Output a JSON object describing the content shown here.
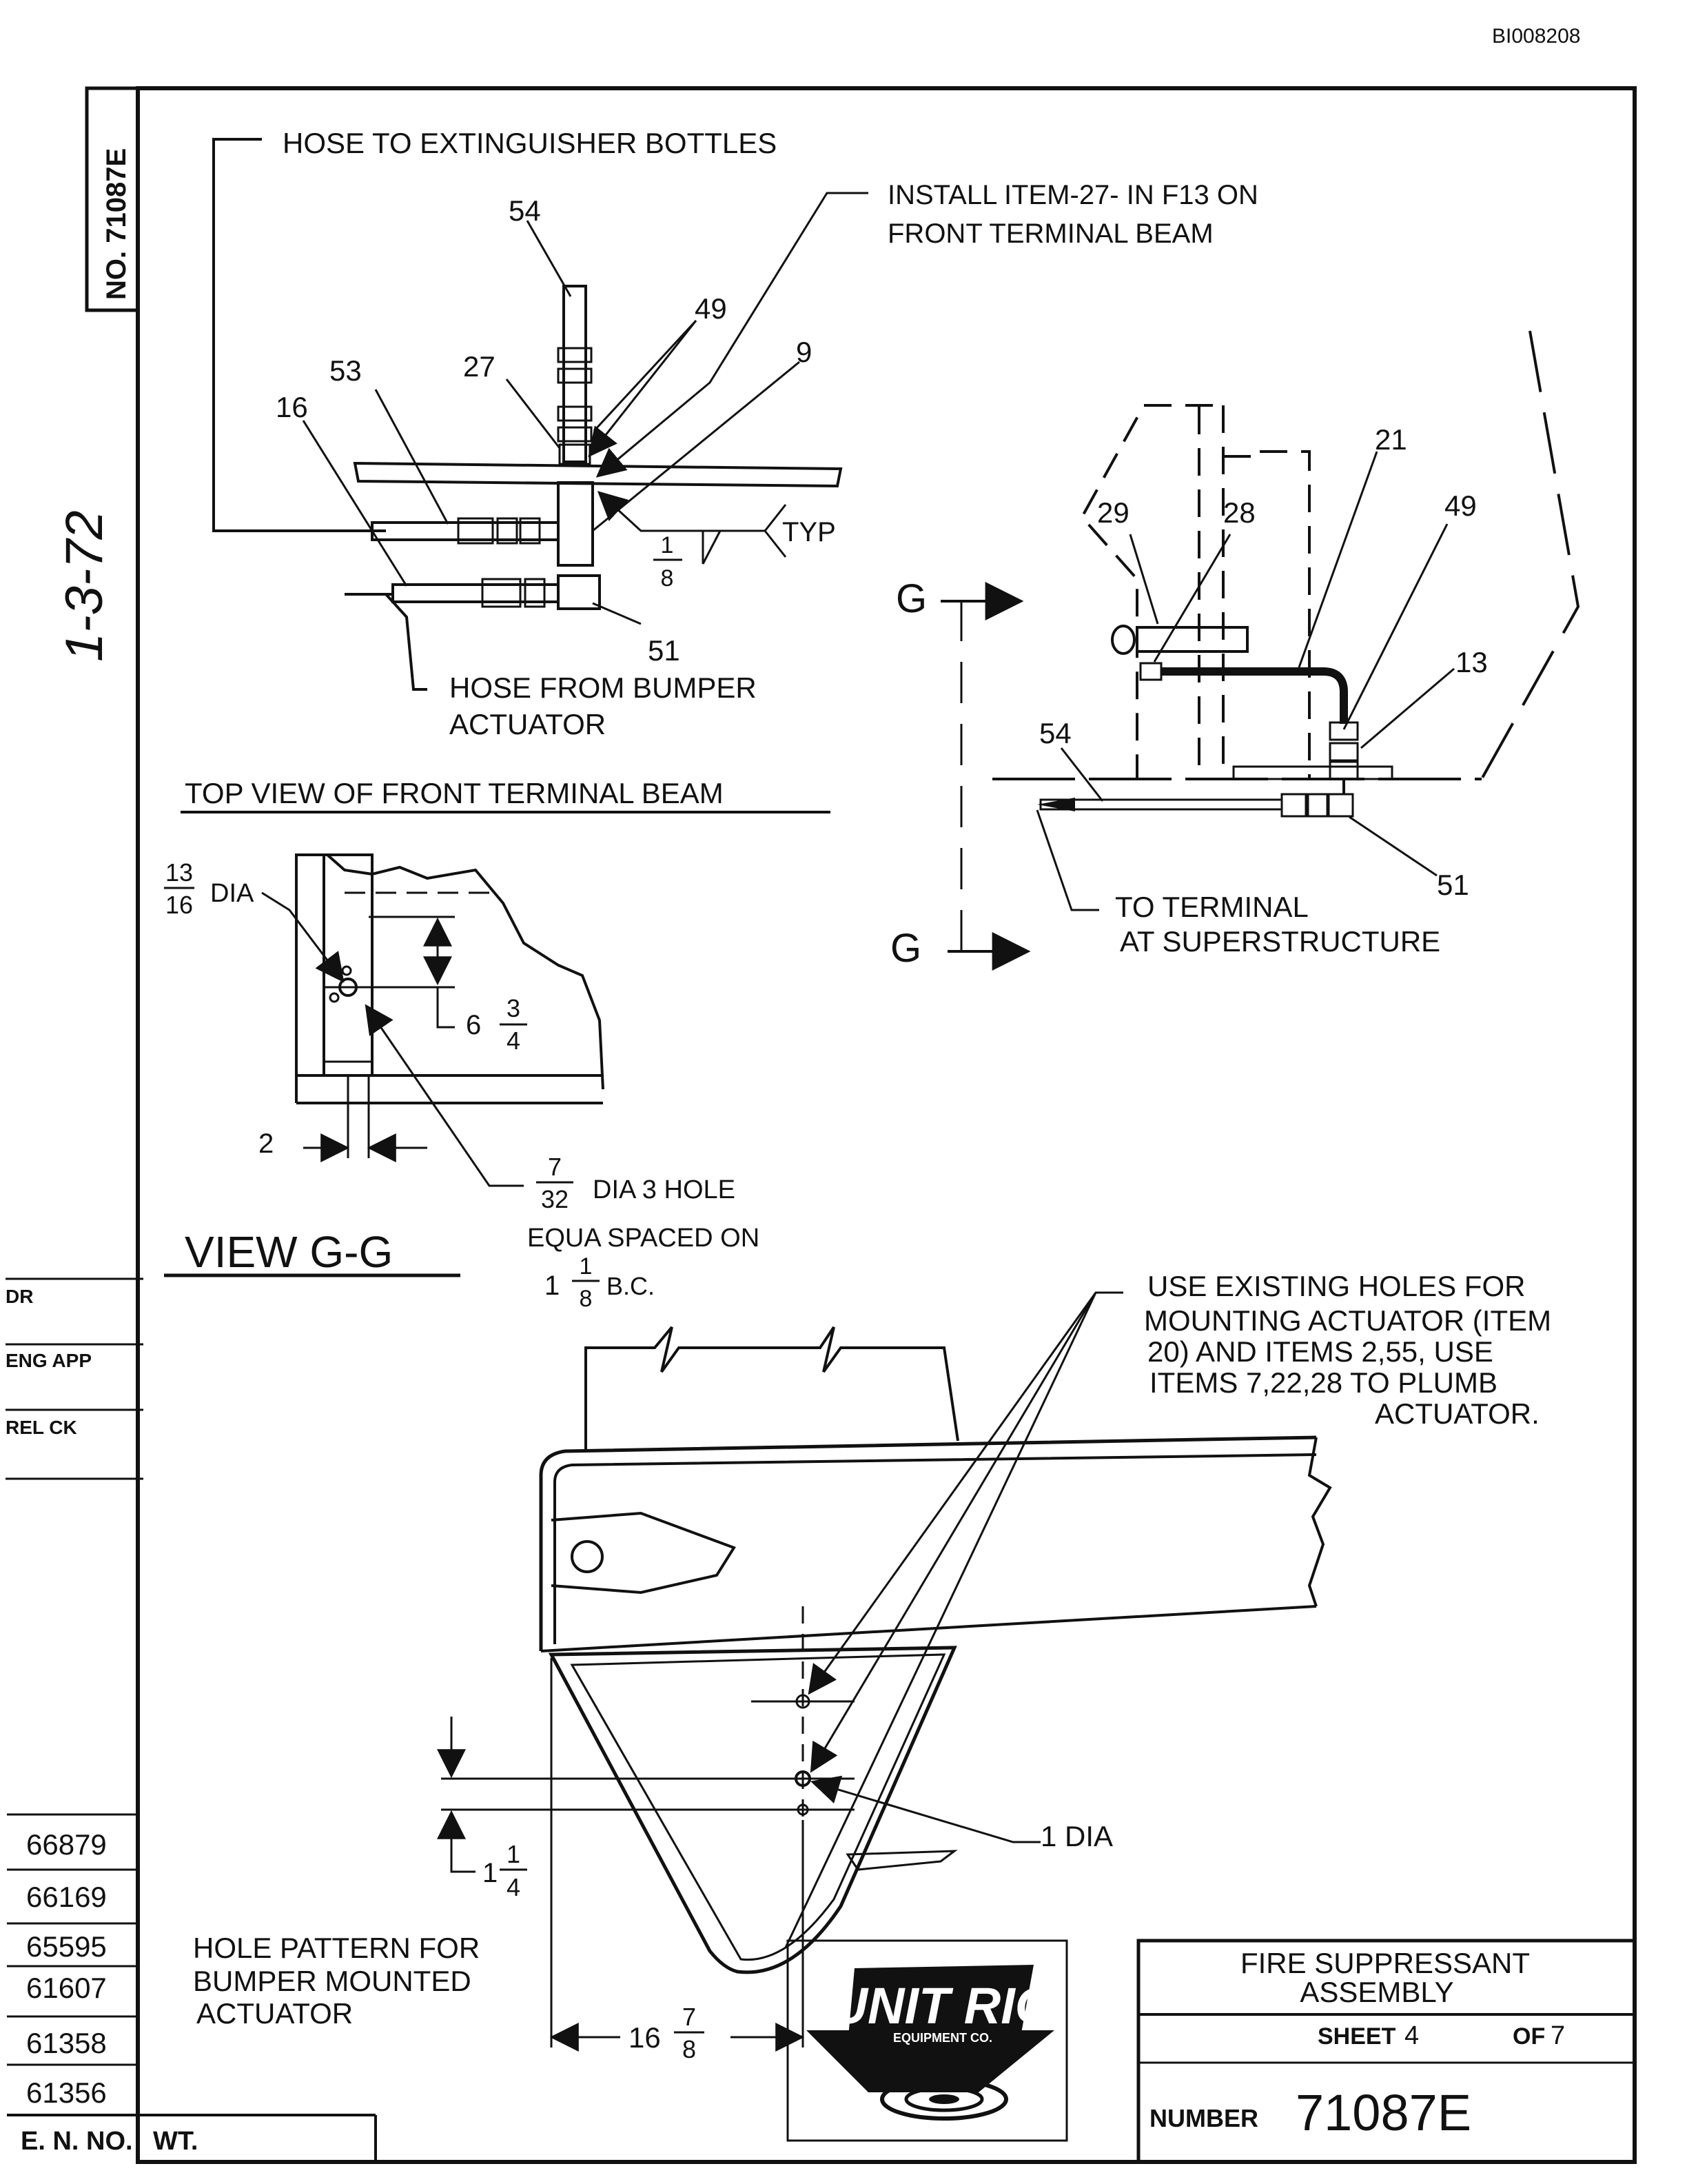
{
  "doc_id": "BI008208",
  "drawing_number_side": "NO. 71087E",
  "handwritten_date": "1-3-72",
  "top_view": {
    "callout_hose_bottles": "HOSE TO EXTINGUISHER BOTTLES",
    "callout_install_line1": "INSTALL ITEM-27- IN F13 ON",
    "callout_install_line2": "FRONT TERMINAL BEAM",
    "callout_hose_bumper_line1": "HOSE FROM BUMPER",
    "callout_hose_bumper_line2": "ACTUATOR",
    "weld_typ": "TYP",
    "weld_num": "1",
    "weld_den": "8",
    "items": {
      "i54": "54",
      "i49": "49",
      "i9": "9",
      "i27": "27",
      "i53": "53",
      "i16": "16",
      "i51": "51"
    },
    "title": "TOP VIEW OF FRONT TERMINAL BEAM"
  },
  "side_view": {
    "section_g": "G",
    "items": {
      "i21": "21",
      "i29": "29",
      "i28": "28",
      "i49": "49",
      "i13": "13",
      "i54": "54",
      "i51": "51"
    },
    "callout_terminal_line1": "TO TERMINAL",
    "callout_terminal_line2": "AT  SUPERSTRUCTURE"
  },
  "view_gg": {
    "dia_num": "13",
    "dia_den": "16",
    "dia_label": "DIA",
    "dim_whole": "6",
    "dim_num": "3",
    "dim_den": "4",
    "dim_2": "2",
    "hole_num": "7",
    "hole_den": "32",
    "hole_line1": "DIA 3 HOLE",
    "hole_line2": "EQUA SPACED ON",
    "bc_whole": "1",
    "bc_num": "1",
    "bc_den": "8",
    "bc_label": "B.C.",
    "title": "VIEW G-G"
  },
  "bumper_view": {
    "note_line1": "USE EXISTING HOLES FOR",
    "note_line2": "MOUNTING ACTUATOR (ITEM",
    "note_line3": "20) AND ITEMS 2,55, USE",
    "note_line4": "ITEMS 7,22,28 TO PLUMB",
    "note_line5": "ACTUATOR.",
    "hole_dia": "1 DIA",
    "dim_whole": "1",
    "dim_num": "1",
    "dim_den": "4",
    "dim16_whole": "16",
    "dim16_num": "7",
    "dim16_den": "8",
    "hole_pattern_line1": "HOLE PATTERN FOR",
    "hole_pattern_line2": "BUMPER MOUNTED",
    "hole_pattern_line3": "ACTUATOR"
  },
  "left_blocks": {
    "dr": "DR",
    "eng_app": "ENG APP",
    "rel_ck": "REL CK"
  },
  "revisions": [
    "66879",
    "66169",
    "65595",
    "61607",
    "61358",
    "61356"
  ],
  "bottom_labels": {
    "en_no": "E. N. NO.",
    "wt": "WT."
  },
  "logo": {
    "line1": "UNIT RIG",
    "line2": "EQUIPMENT CO."
  },
  "title_block": {
    "title_line1": "FIRE  SUPPRESSANT",
    "title_line2": "ASSEMBLY",
    "sheet_label": "SHEET",
    "sheet_num": "4",
    "of_label": "OF",
    "of_num": "7",
    "number_label": "NUMBER",
    "number_value": "71087E"
  }
}
